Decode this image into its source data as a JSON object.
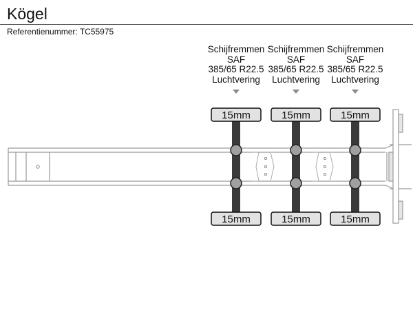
{
  "header": {
    "title": "Kögel",
    "reference": "Referentienummer: TC55975"
  },
  "axles": [
    {
      "brake": "Schijfremmen",
      "brand": "SAF",
      "tire_size": "385/65 R22.5",
      "suspension": "Luchtvering",
      "tread_top": "15mm",
      "tread_bottom": "15mm"
    },
    {
      "brake": "Schijfremmen",
      "brand": "SAF",
      "tire_size": "385/65 R22.5",
      "suspension": "Luchtvering",
      "tread_top": "15mm",
      "tread_bottom": "15mm"
    },
    {
      "brake": "Schijfremmen",
      "brand": "SAF",
      "tire_size": "385/65 R22.5",
      "suspension": "Luchtvering",
      "tread_top": "15mm",
      "tread_bottom": "15mm"
    }
  ],
  "colors": {
    "frame_stroke": "#9a9a9a",
    "axle_fill": "#3a3a3a",
    "tire_fill": "#e2e2e2",
    "hub_fill": "#a0a0a0",
    "marker": "#888888"
  }
}
